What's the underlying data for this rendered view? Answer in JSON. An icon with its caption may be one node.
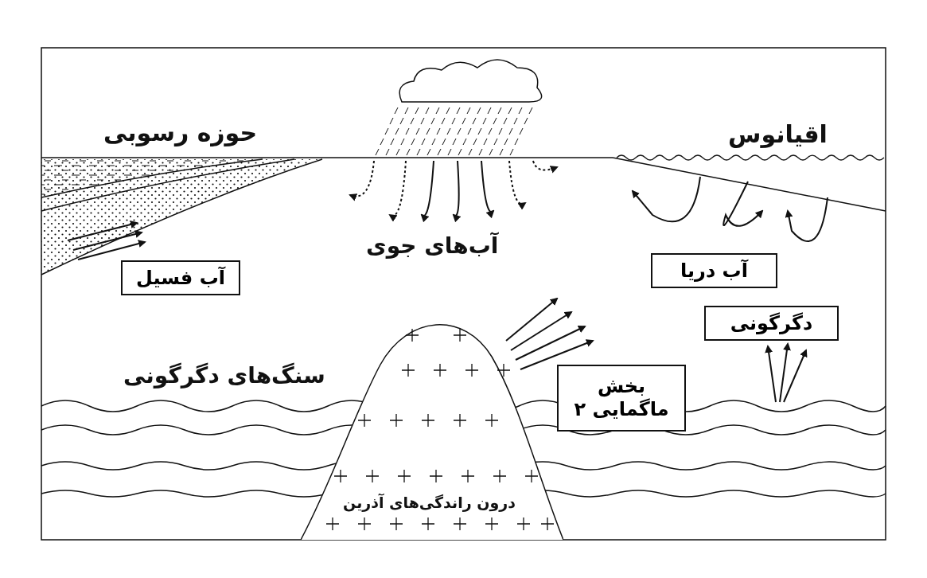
{
  "diagram": {
    "nodes": [
      {
        "text": [
          "آب فسیل"
        ]
      },
      {
        "text": [
          "آب دریا"
        ]
      },
      {
        "text": [
          "دگرگونی"
        ]
      },
      {
        "text": [
          "بخش ماگمایی ۲"
        ]
      },
      {
        "text": [
          "درون راندگی‌های آذرین"
        ]
      }
    ],
    "labels": [
      "حوزه رسوبی",
      "اقیانوس",
      "آب‌های جوی",
      "سنگ‌های دگرگونی"
    ]
  }
}
